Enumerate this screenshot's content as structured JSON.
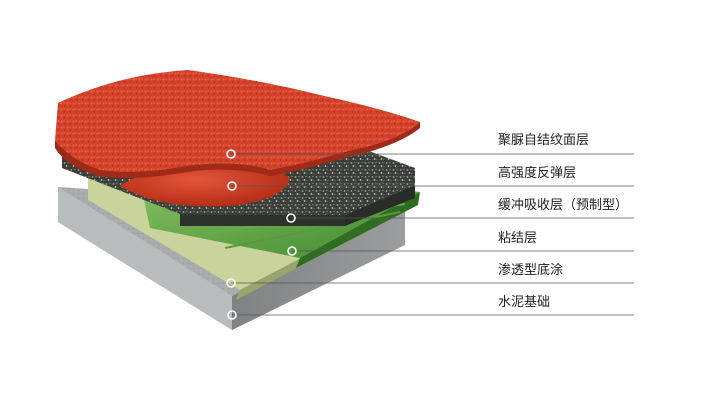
{
  "layers": [
    {
      "label": "聚脲自结纹面层"
    },
    {
      "label": "高强度反弹层"
    },
    {
      "label": "缓冲吸收层（预制型）"
    },
    {
      "label": "粘结层"
    },
    {
      "label": "渗透型底涂"
    },
    {
      "label": "水泥基础"
    }
  ],
  "colors": {
    "surface": "#d4412a",
    "rebound": "#c8361c",
    "cushion": "#3a3d3a",
    "adhesive": "#4f9c3a",
    "primer": "#b9c48a",
    "concrete": "#a8acad",
    "leader": "#555555"
  }
}
